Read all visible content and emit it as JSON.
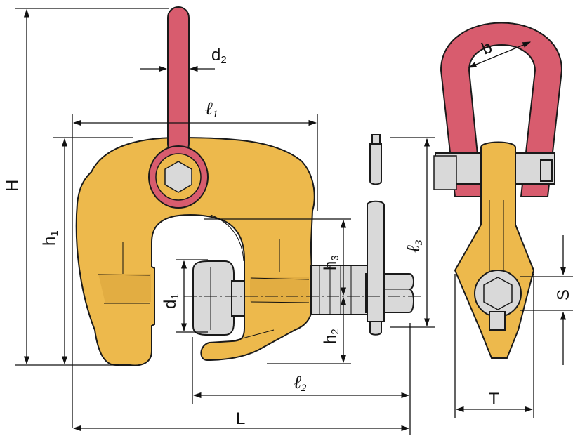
{
  "colors": {
    "body": "#EDB94C",
    "body_shade": "#D9A43A",
    "eye": "#D85C6E",
    "eye_shade": "#C24B5E",
    "steel": "#D9D9D9",
    "steel_shade": "#B9B9B9",
    "ink": "#111111"
  },
  "labels": {
    "H": "H",
    "h1": {
      "main": "h",
      "sub": "1"
    },
    "d2": {
      "main": "d",
      "sub": "2"
    },
    "l1": {
      "main": "ℓ",
      "sub": "1"
    },
    "d1": {
      "main": "d",
      "sub": "1"
    },
    "h3": {
      "main": "h",
      "sub": "3"
    },
    "h2": {
      "main": "h",
      "sub": "2"
    },
    "l3": {
      "main": "ℓ",
      "sub": "3"
    },
    "l2": {
      "main": "ℓ",
      "sub": "2"
    },
    "L": "L",
    "b": "b",
    "S": "S",
    "T": "T"
  }
}
